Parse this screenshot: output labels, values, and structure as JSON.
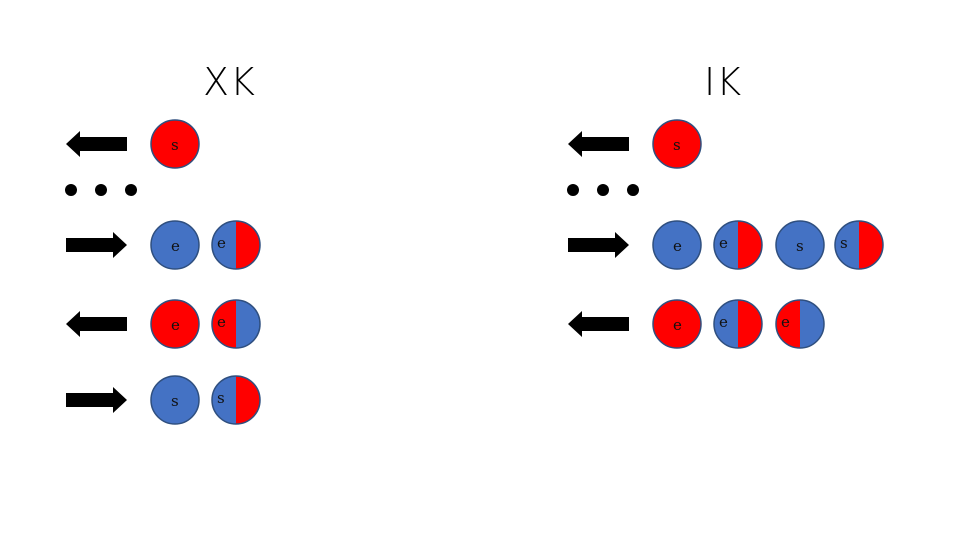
{
  "colors": {
    "red": "#ff0000",
    "blue": "#4472c4",
    "outline": "#2f4f7f",
    "arrow": "#000000"
  },
  "panels": [
    {
      "title": "XK",
      "rows": [
        {
          "arrow": "left",
          "balls": [
            {
              "type": "solid",
              "color": "red",
              "label": "s"
            }
          ]
        },
        {
          "ellipsis": true
        },
        {
          "arrow": "right",
          "balls": [
            {
              "type": "solid",
              "color": "blue",
              "label": "e"
            },
            {
              "type": "half",
              "left": "blue",
              "right": "red",
              "label": "e"
            }
          ]
        },
        {
          "arrow": "left",
          "balls": [
            {
              "type": "solid",
              "color": "red",
              "label": "e"
            },
            {
              "type": "half",
              "left": "red",
              "right": "blue",
              "label": "e"
            }
          ]
        },
        {
          "arrow": "right",
          "balls": [
            {
              "type": "solid",
              "color": "blue",
              "label": "s"
            },
            {
              "type": "half",
              "left": "blue",
              "right": "red",
              "label": "s"
            }
          ]
        }
      ]
    },
    {
      "title": "IK",
      "rows": [
        {
          "arrow": "left",
          "balls": [
            {
              "type": "solid",
              "color": "red",
              "label": "s"
            }
          ]
        },
        {
          "ellipsis": true
        },
        {
          "arrow": "right",
          "balls": [
            {
              "type": "solid",
              "color": "blue",
              "label": "e"
            },
            {
              "type": "half",
              "left": "blue",
              "right": "red",
              "label": "e"
            },
            {
              "type": "solid",
              "color": "blue",
              "label": "s"
            },
            {
              "type": "half",
              "left": "blue",
              "right": "red",
              "label": "s"
            }
          ]
        },
        {
          "arrow": "left",
          "balls": [
            {
              "type": "solid",
              "color": "red",
              "label": "e"
            },
            {
              "type": "half",
              "left": "blue",
              "right": "red",
              "label": "e"
            },
            {
              "type": "half",
              "left": "red",
              "right": "blue",
              "label": "e"
            }
          ]
        }
      ]
    }
  ]
}
